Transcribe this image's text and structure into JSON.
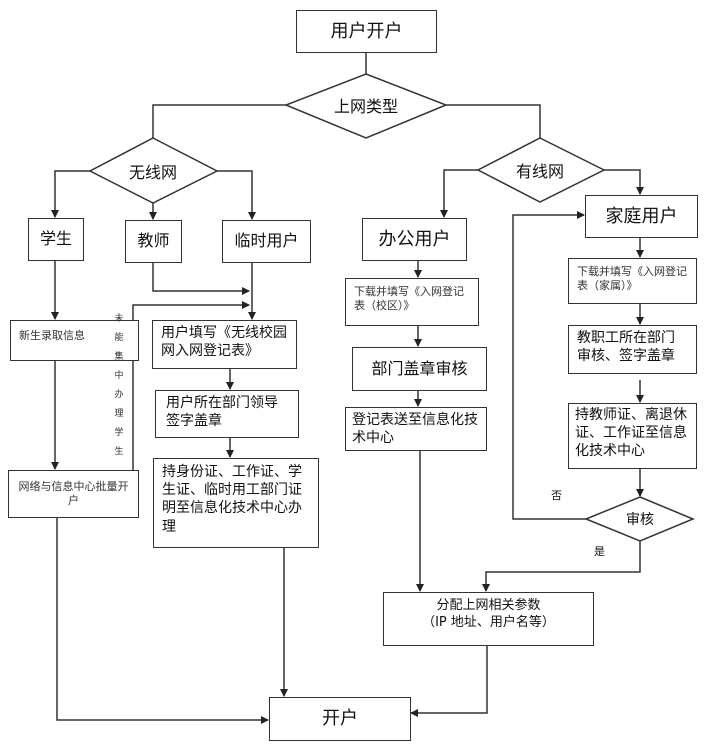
{
  "diagram": {
    "start": "用户开户",
    "decision_type": "上网类型",
    "wireless": {
      "label": "无线网",
      "student": "学生",
      "teacher": "教师",
      "temp_user": "临时用户",
      "student_step1": "新生录取信息",
      "student_step2": "网络与信息中心批量开户",
      "side_note": "未能集中办理学生",
      "temp_step1": "用户填写《无线校园网入网登记表》",
      "temp_step2": "用户所在部门领导签字盖章",
      "temp_step3": "持身份证、工作证、学生证、临时用工部门证明至信息化技术中心办理"
    },
    "wired": {
      "label": "有线网",
      "office_user": "办公用户",
      "home_user": "家庭用户",
      "office_step1": "下载并填写《入网登记表（校区）》",
      "office_step2": "部门盖章审核",
      "office_step3": "登记表送至信息化技术中心",
      "home_step1": "下载并填写《入网登记表（家属）》",
      "home_step2": "教职工所在部门审核、签字盖章",
      "home_step3": "持教师证、离退休证、工作证至信息化技术中心",
      "review": "审核",
      "review_no": "否",
      "review_yes": "是"
    },
    "assign_params_line1": "分配上网相关参数",
    "assign_params_line2": "（IP 地址、用户名等）",
    "end": "开户"
  },
  "colors": {
    "stroke": "#333333",
    "background": "#ffffff"
  }
}
